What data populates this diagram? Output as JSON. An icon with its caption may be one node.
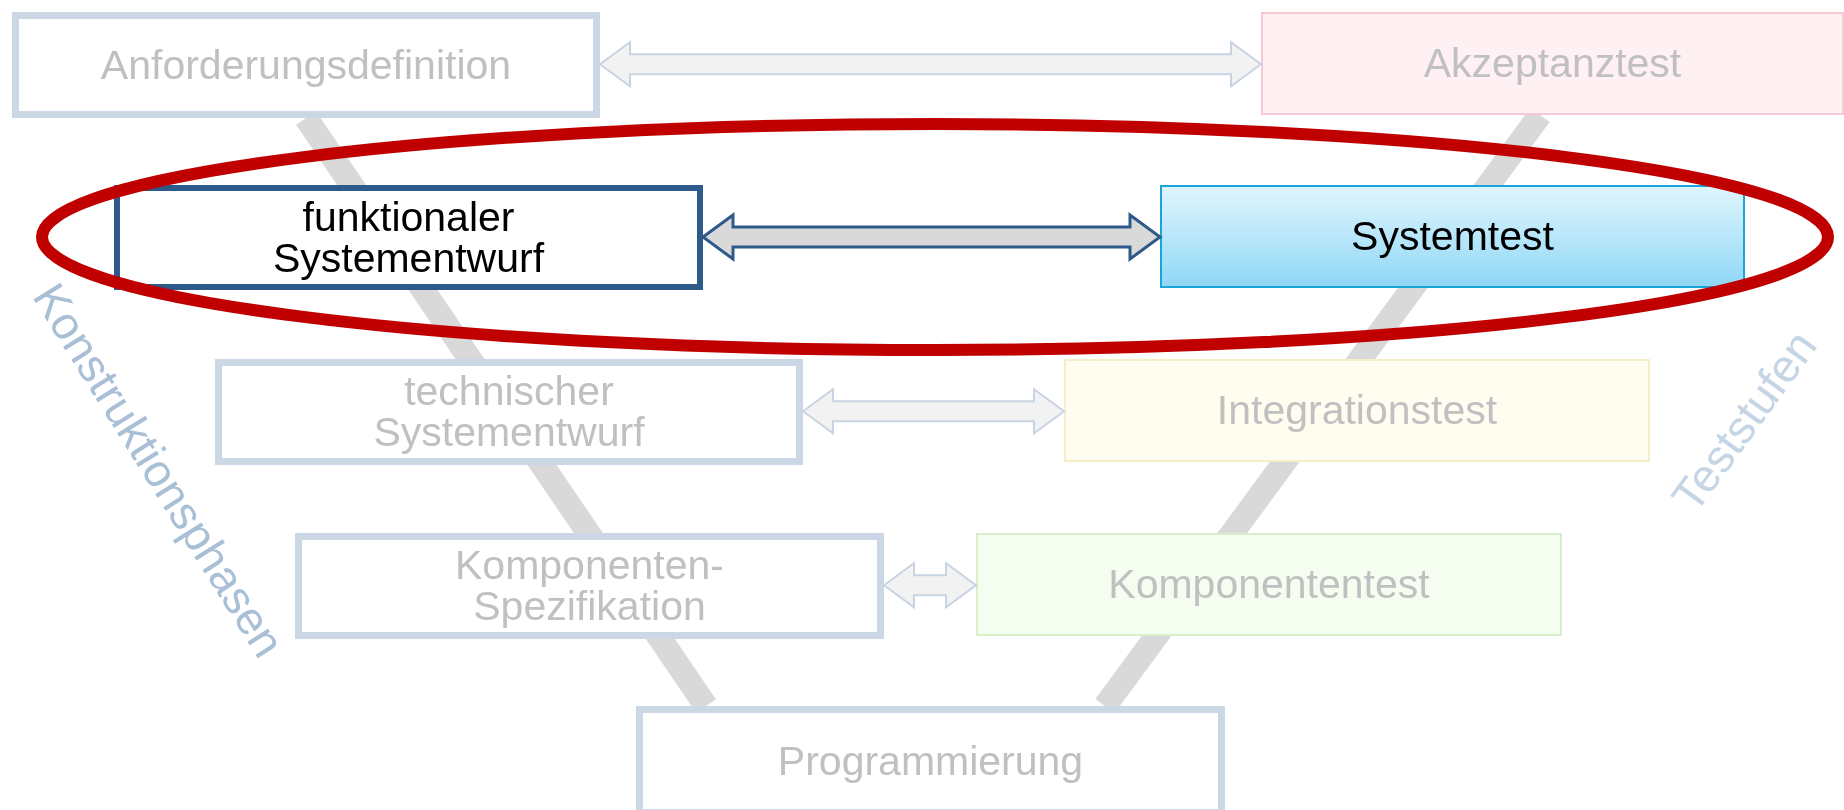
{
  "diagram": {
    "nodes": [
      {
        "text": [
          "Anforderungsdefinition"
        ]
      },
      {
        "text": [
          "Akzeptanztest"
        ]
      },
      {
        "text": [
          "funktionaler Systementwurf"
        ]
      },
      {
        "text": [
          "Systemtest"
        ]
      },
      {
        "text": [
          "technischer Systementwurf"
        ]
      },
      {
        "text": [
          "Integrationstest"
        ]
      },
      {
        "text": [
          "Komponenten- Spezifikation"
        ]
      },
      {
        "text": [
          "Komponententest"
        ]
      },
      {
        "text": [
          "Programmierung"
        ]
      }
    ],
    "edges": [
      {
        "from": 0,
        "to": 1,
        "arrow": "both"
      },
      {
        "from": 2,
        "to": 3,
        "arrow": "both",
        "color": "#2e5a8a"
      },
      {
        "from": 4,
        "to": 5,
        "arrow": "both"
      },
      {
        "from": 6,
        "to": 7,
        "arrow": "both"
      }
    ],
    "labels": [
      "Konstruktionsphasen",
      "Teststufen"
    ]
  }
}
